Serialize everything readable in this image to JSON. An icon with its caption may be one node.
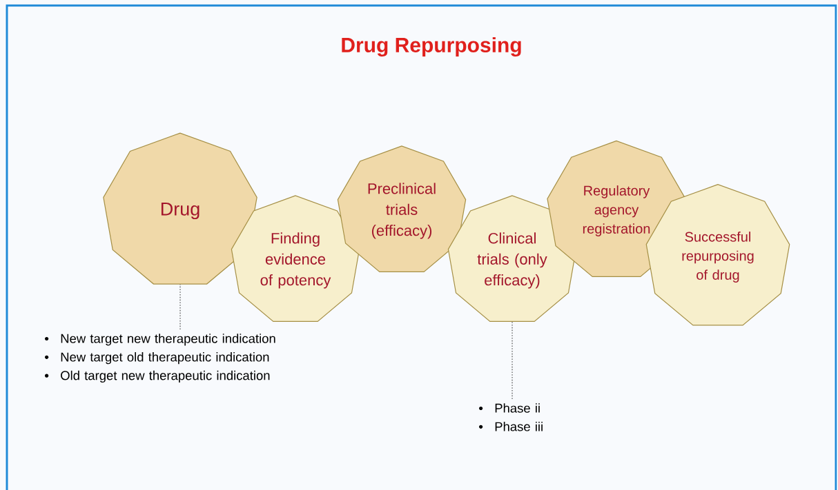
{
  "diagram": {
    "title": "Drug Repurposing",
    "nodes": [
      {
        "text": [
          "Drug"
        ]
      },
      {
        "text": [
          "Finding evidence of potency"
        ]
      },
      {
        "text": [
          "Preclinical trials (efficacy)"
        ]
      },
      {
        "text": [
          "Clinical trials (only efficacy)"
        ]
      },
      {
        "text": [
          "Regulatory agency registration"
        ]
      },
      {
        "text": [
          "Successful repurposing of drug"
        ]
      },
      {
        "text": [
          "New target new therapeutic indication",
          "New target old therapeutic indication",
          "Old target new therapeutic indication"
        ]
      },
      {
        "text": [
          "Phase ii",
          "Phase iii"
        ]
      }
    ],
    "edges": [
      {
        "from": 6,
        "to": 0,
        "arrow": "none",
        "style": "dashed"
      },
      {
        "from": 7,
        "to": 3,
        "arrow": "none",
        "style": "dashed"
      }
    ]
  }
}
